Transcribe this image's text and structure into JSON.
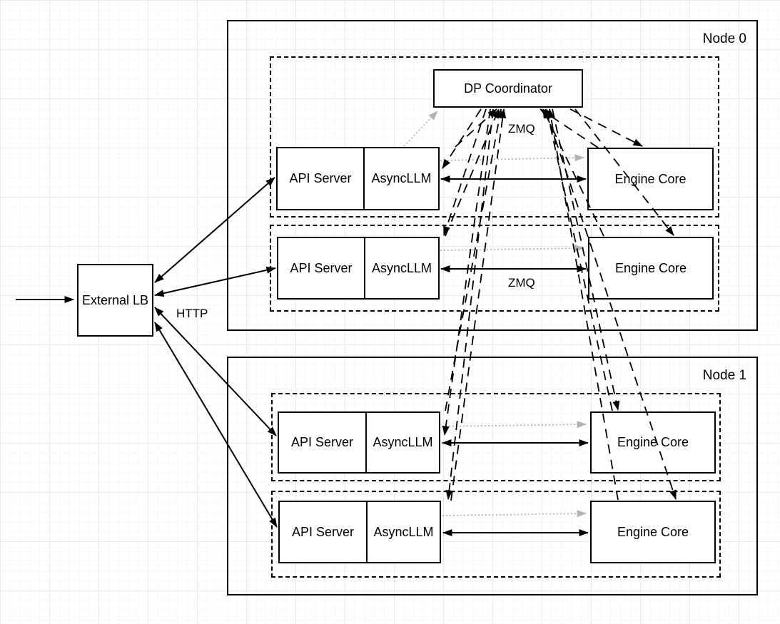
{
  "boxes": {
    "external_lb": "External LB",
    "dp_coordinator": "DP Coordinator",
    "api_server": "API Server",
    "asyncllm": "AsyncLLM",
    "engine_core": "Engine Core"
  },
  "nodes": [
    {
      "label": "Node 0"
    },
    {
      "label": "Node 1"
    }
  ],
  "labels": {
    "http": "HTTP",
    "zmq_coordinator": "ZMQ",
    "zmq_row": "ZMQ"
  },
  "colors": {
    "stroke": "#000000",
    "gray_arrow": "#b3b3b3",
    "box_fill": "#ffffff",
    "grid_minor": "#f7f7f7",
    "grid_major": "#ebebeb"
  }
}
